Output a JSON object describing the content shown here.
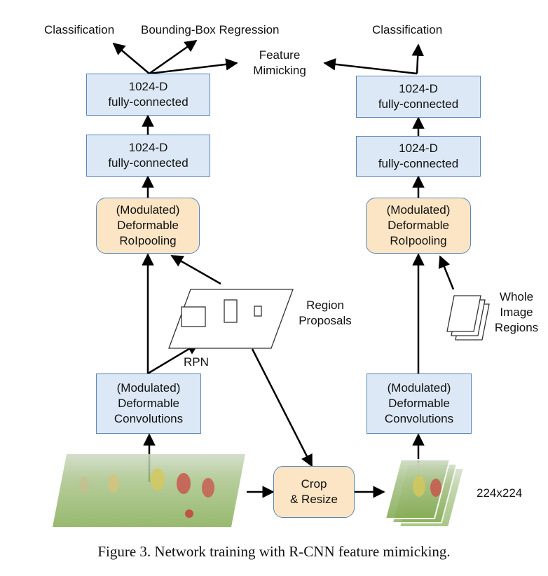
{
  "left": {
    "outputs": {
      "classification": "Classification",
      "bbox_regression": "Bounding-Box Regression"
    },
    "fc_top": {
      "line1": "1024-D",
      "line2": "fully-connected"
    },
    "fc_bottom": {
      "line1": "1024-D",
      "line2": "fully-connected"
    },
    "pooling": {
      "line1": "(Modulated)",
      "line2": "Deformable",
      "line3": "RoIpooling"
    },
    "conv": {
      "line1": "(Modulated)",
      "line2": "Deformable",
      "line3": "Convolutions"
    },
    "rpn_label": "RPN"
  },
  "feature_mimicking": {
    "line1": "Feature",
    "line2": "Mimicking"
  },
  "region_proposals": {
    "line1": "Region",
    "line2": "Proposals"
  },
  "crop_resize": {
    "line1": "Crop",
    "line2": "& Resize"
  },
  "right": {
    "outputs": {
      "classification": "Classification"
    },
    "fc_top": {
      "line1": "1024-D",
      "line2": "fully-connected"
    },
    "fc_bottom": {
      "line1": "1024-D",
      "line2": "fully-connected"
    },
    "pooling": {
      "line1": "(Modulated)",
      "line2": "Deformable",
      "line3": "RoIpooling"
    },
    "conv": {
      "line1": "(Modulated)",
      "line2": "Deformable",
      "line3": "Convolutions"
    },
    "whole_image_regions": {
      "line1": "Whole",
      "line2": "Image",
      "line3": "Regions"
    },
    "size_label": "224x224"
  },
  "caption": "Figure 3. Network training with R-CNN feature mimicking.",
  "colors": {
    "fc_fill": "#dce8f5",
    "pool_fill": "#fbe5c4",
    "border": "#5b86b8"
  }
}
